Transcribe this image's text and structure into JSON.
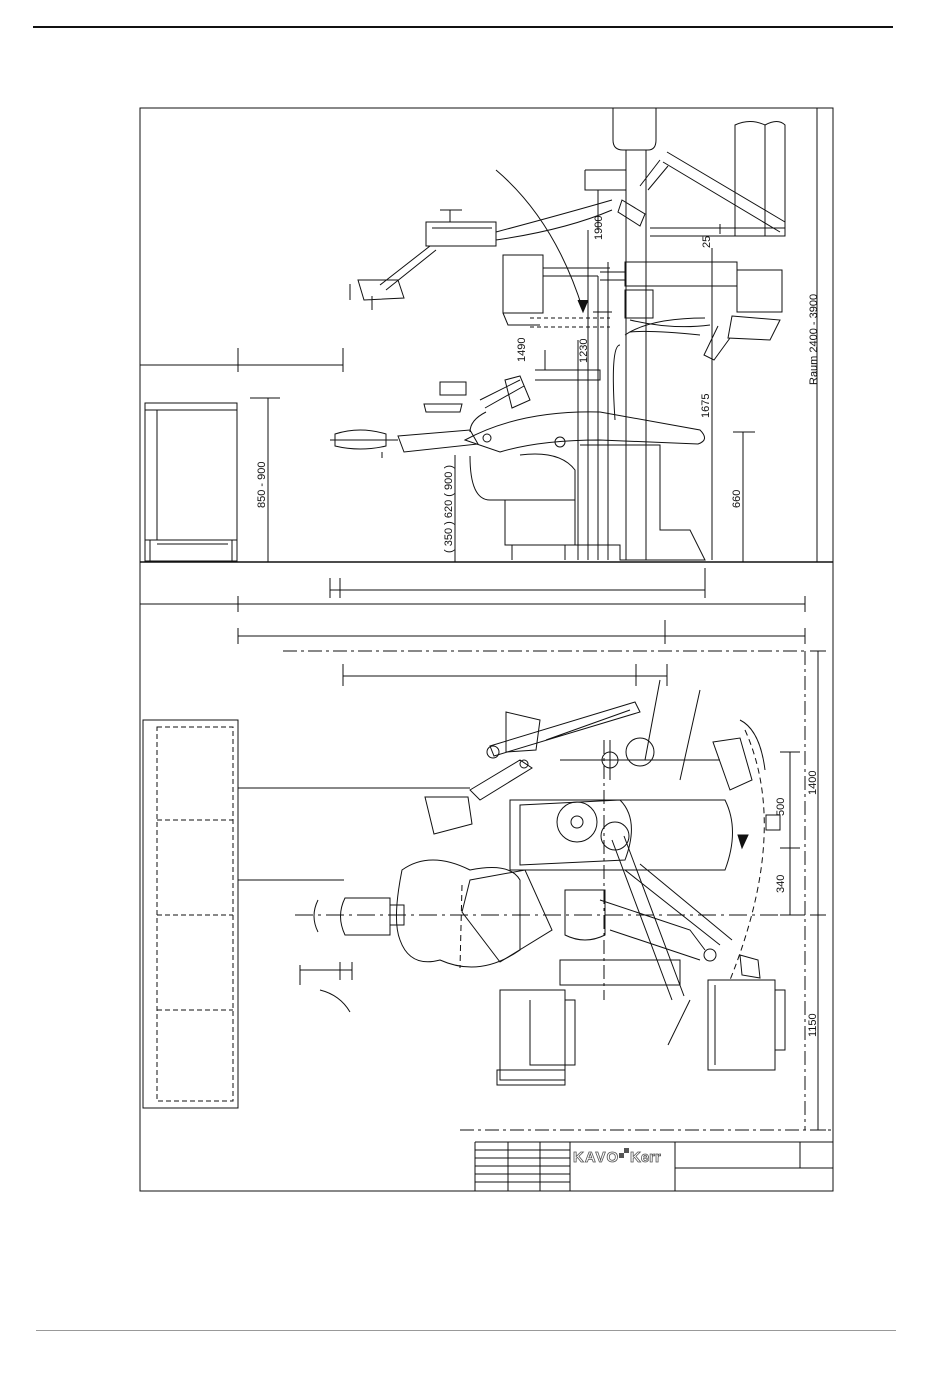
{
  "dimensions": {
    "room": "Raum 2400 - 3900",
    "d1900": "1900",
    "d25": "25",
    "d1490": "1490",
    "d1230": "1230",
    "d1675": "1675",
    "d660": "660",
    "d850_900": "850 - 900",
    "d350_620_900": "( 350 ) 620 ( 900 )",
    "d1400": "1400",
    "d500": "500",
    "d340": "340",
    "d1150": "1150"
  },
  "title_block": {
    "logo_left": "KAVO",
    "logo_right": "Kerr"
  }
}
